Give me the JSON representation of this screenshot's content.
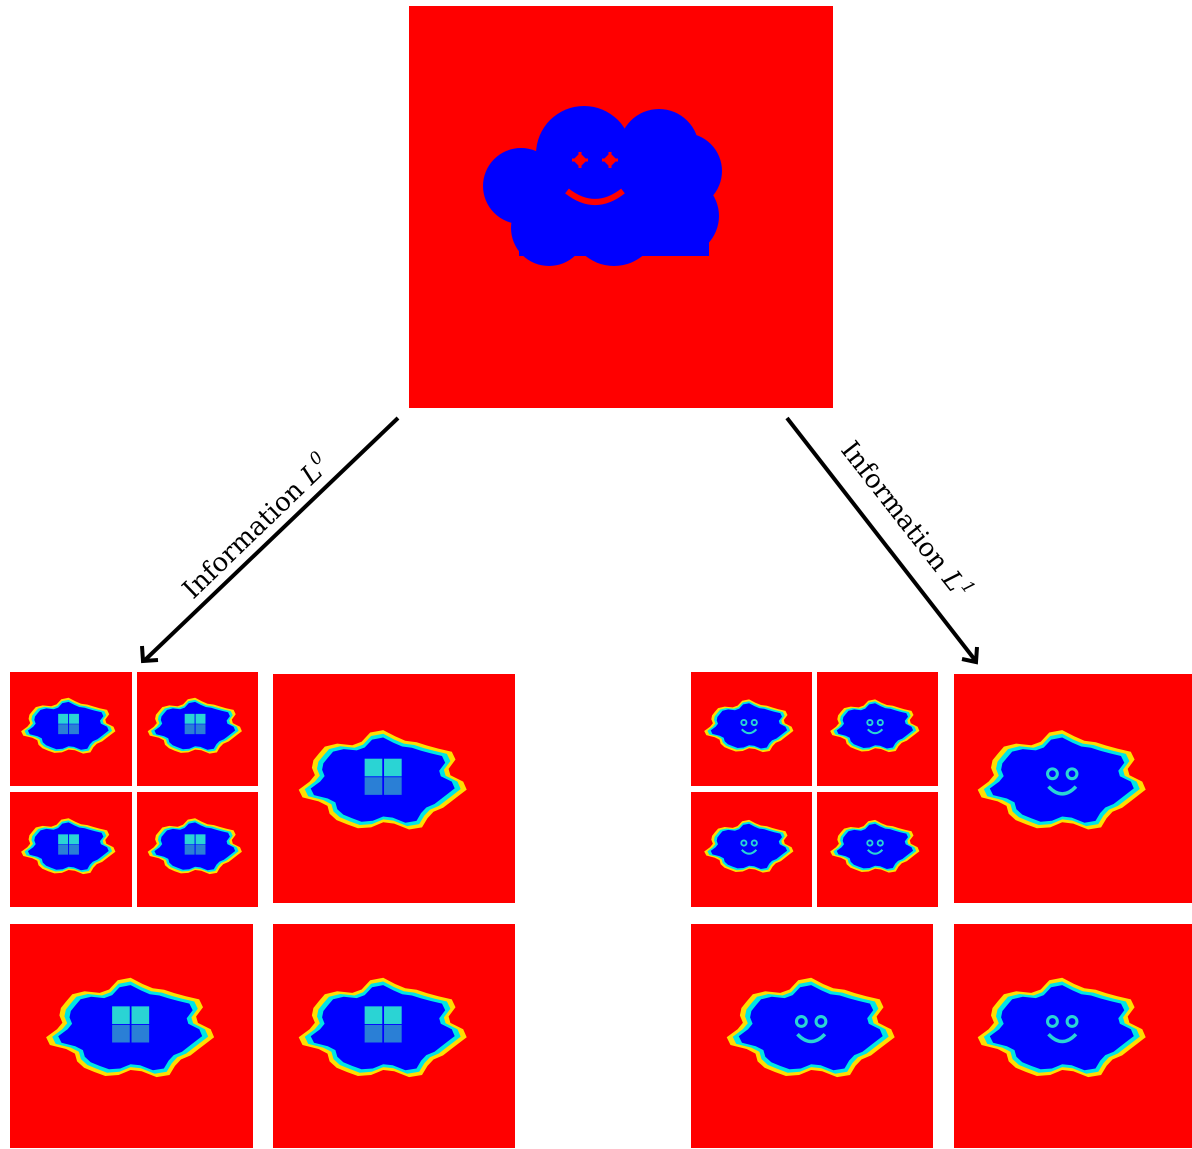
{
  "colors": {
    "background": "#ff0000",
    "shape": "#0000ff",
    "feature": "#ff0000",
    "blurred_ring_outer": "#ffea00",
    "blurred_ring_mid": "#00e5e5",
    "blurred_face": "#2ad4d4",
    "arrow": "#000000"
  },
  "top_image": {
    "name": "original-cloud-smiley",
    "face": "smiley"
  },
  "arrows": [
    {
      "id": "left",
      "label_text": "Information ",
      "label_math": "L",
      "label_sup": "0"
    },
    {
      "id": "right",
      "label_text": "Information ",
      "label_math": "L",
      "label_sup": "1"
    }
  ],
  "groups": [
    {
      "id": "l0",
      "face_style": "blocky",
      "thumbnail_count": 4,
      "large_count": 3
    },
    {
      "id": "l1",
      "face_style": "smiley",
      "thumbnail_count": 4,
      "large_count": 3
    }
  ]
}
